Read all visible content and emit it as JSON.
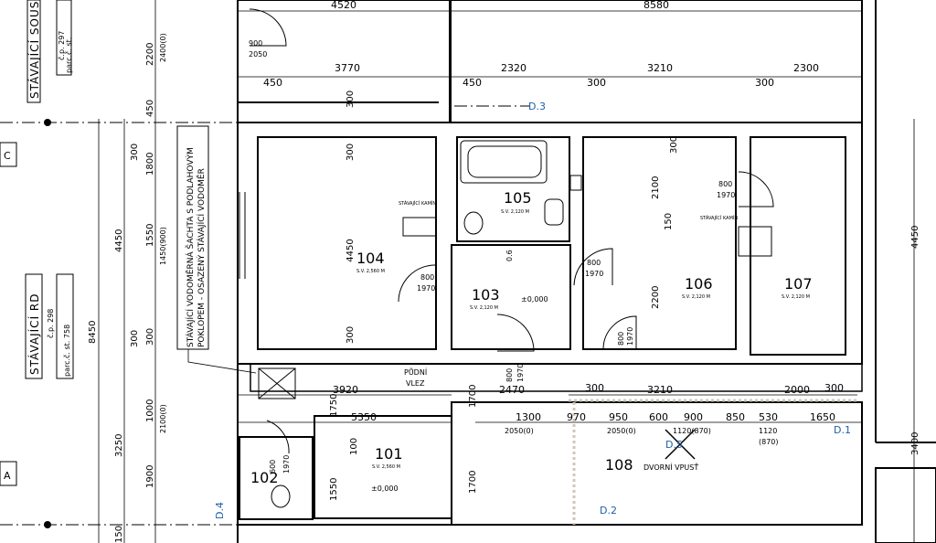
{
  "dims": {
    "top": [
      "4520",
      "8580"
    ],
    "row2": [
      "3770",
      "2320",
      "3210",
      "2300",
      "450",
      "450",
      "300",
      "300"
    ],
    "lower": [
      "3920",
      "2470",
      "5350",
      "1300",
      "970",
      "950",
      "600",
      "900",
      "850",
      "530",
      "1650",
      "300",
      "3210",
      "2000",
      "300"
    ],
    "inner_v": [
      "300",
      "4450",
      "300",
      "300",
      "2100",
      "150",
      "2200",
      "300",
      "1700",
      "1700",
      "1750",
      "100",
      "1550",
      "4450",
      "3400"
    ],
    "left_col_a": [
      "2200",
      "450",
      "1800",
      "1550",
      "300",
      "1000",
      "1900",
      "150"
    ],
    "left_col_b": [
      "300",
      "4450",
      "300",
      "3250"
    ],
    "left_total": "8450"
  },
  "openings": [
    "2400(0)",
    "900",
    "2050",
    "1450(900)",
    "2100(0)",
    "800",
    "1970",
    "800",
    "1970",
    "0.6",
    "800",
    "1970",
    "800",
    "1970",
    "800",
    "1970",
    "600",
    "1970",
    "2050(0)",
    "2050(0)",
    "1120(870)",
    "1120",
    "(870)"
  ],
  "rooms": [
    {
      "num": "104",
      "sub": "S.V. 2,560 M"
    },
    {
      "num": "105",
      "sub": "S.V. 2,120 M"
    },
    {
      "num": "103",
      "sub": "S.V. 2,120 M"
    },
    {
      "num": "106",
      "sub": "S.V. 2,120 M"
    },
    {
      "num": "107",
      "sub": "S.V. 2,120 M"
    },
    {
      "num": "101",
      "sub": "S.V. 2,560 M"
    },
    {
      "num": "102",
      "sub": ""
    },
    {
      "num": "108",
      "sub": ""
    }
  ],
  "levels": [
    "±0,000",
    "±0,000"
  ],
  "labels": {
    "kamin_a": "STÁVAJÍCÍ KAMÍN",
    "kamin_b": "STÁVAJÍCÍ KAMÍN",
    "pudni_1": "PŮDNÍ",
    "pudni_2": "VLEZ",
    "vpust": "DVORNÍ VPUSŤ",
    "note_1": "STÁVAJÍCÍ VODOMĚRNÁ ŠACHTA S PODLAHOVÝM",
    "note_2": "POKLOPEM - OSAZENÝ STÁVAJÍCÍ VODOMĚR"
  },
  "details": [
    "D.3",
    "D.1",
    "D.5",
    "D.2",
    "D.4"
  ],
  "axes": [
    "C",
    "A"
  ],
  "side": {
    "upper_title": "STÁVAJÍCÍ SOUSE",
    "upper_cp": "č.p. 297",
    "upper_parc": "parc.č. st.",
    "rd_title": "STÁVAJÍCÍ RD",
    "rd_cp": "č.p. 298",
    "rd_parc": "parc.č. st. 758"
  },
  "colors": {
    "line": "#000000",
    "detail": "#1f5fa8",
    "tile": "#cfc8b8"
  }
}
